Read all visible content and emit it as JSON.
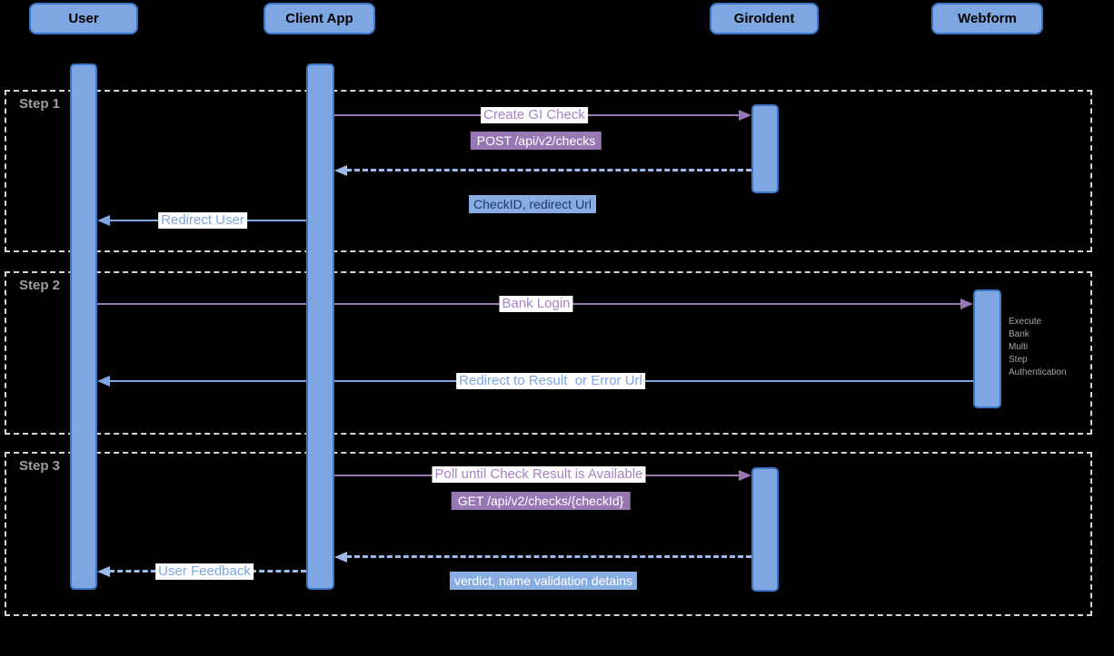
{
  "actors": [
    {
      "label": "User"
    },
    {
      "label": "Client App"
    },
    {
      "label": "GiroIdent"
    },
    {
      "label": "Webform"
    }
  ],
  "steps": [
    {
      "label": "Step 1"
    },
    {
      "label": "Step 2"
    },
    {
      "label": "Step 3"
    }
  ],
  "messages": {
    "create_gi_check": "Create GI Check",
    "post_endpoint": "POST /api/v2/checks",
    "checkid_redirect_url": "CheckID, redirect Url",
    "redirect_user": "Redirect User",
    "bank_login": "Bank Login",
    "redirect_to_result": "Redirect to Result  or Error Url",
    "poll_until_available": "Poll until Check Result is Available",
    "get_endpoint": "GET /api/v2/checks/{checkId}",
    "verdict_details": "verdict, name validation detains",
    "user_feedback": "User Feedback"
  },
  "webform_note_lines": [
    "Execute",
    "Bank",
    "Multi",
    "Step",
    "Authentication"
  ],
  "colors": {
    "background": "#000000",
    "actor_fill": "#7EA6E0",
    "actor_border": "#3A76C8",
    "purple_arrow": "#9878B4",
    "purple_label_text": "#A583C5",
    "blue_arrow": "#7EA6E0",
    "dashed_blue_arrow": "#9DBBEA",
    "navy_badge_text": "#1F3864",
    "step_border": "#D5D5D5",
    "step_label_text": "#9E9E9E",
    "note_text": "#A6A6A6"
  }
}
